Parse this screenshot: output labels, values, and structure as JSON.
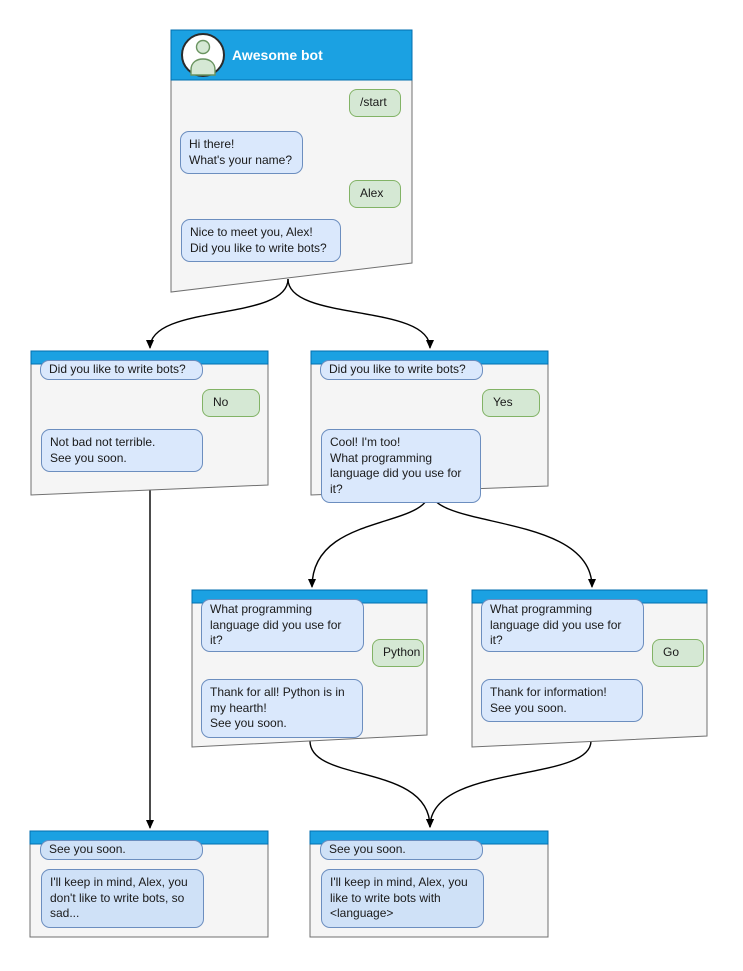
{
  "diagram": {
    "kind": "chat-bot-conversation-flowchart",
    "node_count": 7,
    "edge_count": 7
  },
  "colors": {
    "header_fill": "#1BA1E2",
    "header_stroke": "#006EAF",
    "window_fill": "#F5F5F5",
    "window_stroke": "#707070",
    "bot_bubble_fill": "#DAE8FC",
    "bot_bubble_stroke": "#6C8EBF",
    "end_bubble_fill": "#CFE1F7",
    "user_bubble_fill": "#D5E8D4",
    "user_bubble_stroke": "#82B366",
    "connector_color": "#000000"
  },
  "nodes": {
    "main": {
      "title": "Awesome bot",
      "avatar_icon": "person-icon",
      "messages": [
        {
          "side": "user",
          "text": "/start"
        },
        {
          "side": "bot",
          "text": "Hi there!\nWhat's your name?"
        },
        {
          "side": "user",
          "text": "Alex"
        },
        {
          "side": "bot",
          "text": "Nice to meet you, Alex!\nDid you like to write bots?"
        }
      ]
    },
    "branch_no": {
      "messages": [
        {
          "side": "bot",
          "text": "Did you like to write bots?"
        },
        {
          "side": "user",
          "text": "No"
        },
        {
          "side": "bot",
          "text": "Not bad not terrible.\nSee you soon."
        }
      ]
    },
    "branch_yes": {
      "messages": [
        {
          "side": "bot",
          "text": "Did you like to write bots?"
        },
        {
          "side": "user",
          "text": "Yes"
        },
        {
          "side": "bot",
          "text": "Cool! I'm too!\nWhat programming\nlanguage did you use for it?"
        }
      ]
    },
    "lang_python": {
      "messages": [
        {
          "side": "bot",
          "text": "What programming\nlanguage did you use for it?"
        },
        {
          "side": "user",
          "text": "Python"
        },
        {
          "side": "bot",
          "text": "Thank for all! Python is in\nmy hearth!\nSee you soon."
        }
      ]
    },
    "lang_go": {
      "messages": [
        {
          "side": "bot",
          "text": "What programming\nlanguage did you use for it?"
        },
        {
          "side": "user",
          "text": "Go"
        },
        {
          "side": "bot",
          "text": "Thank for information!\nSee you soon."
        }
      ]
    },
    "end_no": {
      "messages": [
        {
          "side": "bot",
          "text": "See you soon."
        },
        {
          "side": "bot",
          "text": "I'll keep in mind, Alex, you\ndon't like to write bots, so\nsad..."
        }
      ]
    },
    "end_yes": {
      "messages": [
        {
          "side": "bot",
          "text": "See you soon."
        },
        {
          "side": "bot",
          "text": "I'll keep in mind, Alex, you\nlike to write bots with\n<language>"
        }
      ]
    }
  },
  "edges": [
    {
      "from": "main",
      "to": "branch_no"
    },
    {
      "from": "main",
      "to": "branch_yes"
    },
    {
      "from": "branch_no",
      "to": "end_no"
    },
    {
      "from": "branch_yes",
      "to": "lang_python"
    },
    {
      "from": "branch_yes",
      "to": "lang_go"
    },
    {
      "from": "lang_python",
      "to": "end_yes"
    },
    {
      "from": "lang_go",
      "to": "end_yes"
    }
  ]
}
